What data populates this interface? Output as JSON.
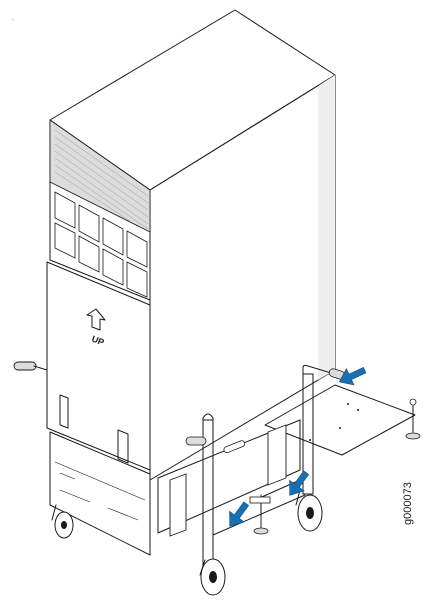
{
  "figure_id": "g000073",
  "panel_label": "UP",
  "colors": {
    "arrow": "#1a6fb3",
    "line": "#1a1a1a",
    "shade": "#d9d9d9",
    "light": "#f4f4f4"
  },
  "icons": [
    "chassis",
    "lift-cart",
    "mounting-bracket",
    "direction-arrow",
    "caster-wheel",
    "crank-handle"
  ]
}
